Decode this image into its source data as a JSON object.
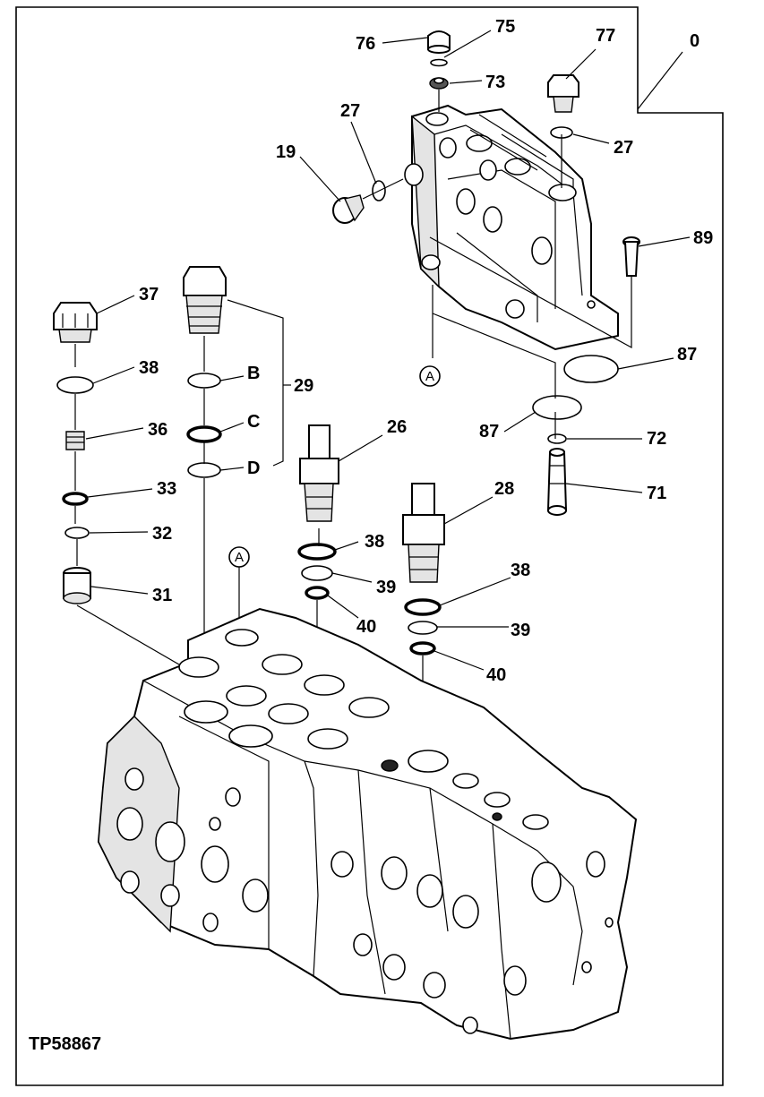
{
  "figure_id": "TP58867",
  "callouts": [
    {
      "id": "0",
      "text": "0"
    },
    {
      "id": "19",
      "text": "19"
    },
    {
      "id": "26",
      "text": "26"
    },
    {
      "id": "27a",
      "text": "27"
    },
    {
      "id": "27b",
      "text": "27"
    },
    {
      "id": "28",
      "text": "28"
    },
    {
      "id": "29",
      "text": "29"
    },
    {
      "id": "31",
      "text": "31"
    },
    {
      "id": "32",
      "text": "32"
    },
    {
      "id": "33",
      "text": "33"
    },
    {
      "id": "36",
      "text": "36"
    },
    {
      "id": "37",
      "text": "37"
    },
    {
      "id": "38a",
      "text": "38"
    },
    {
      "id": "38b",
      "text": "38"
    },
    {
      "id": "38c",
      "text": "38"
    },
    {
      "id": "39a",
      "text": "39"
    },
    {
      "id": "39b",
      "text": "39"
    },
    {
      "id": "40a",
      "text": "40"
    },
    {
      "id": "40b",
      "text": "40"
    },
    {
      "id": "71",
      "text": "71"
    },
    {
      "id": "72",
      "text": "72"
    },
    {
      "id": "73",
      "text": "73"
    },
    {
      "id": "75",
      "text": "75"
    },
    {
      "id": "76",
      "text": "76"
    },
    {
      "id": "77",
      "text": "77"
    },
    {
      "id": "87a",
      "text": "87"
    },
    {
      "id": "87b",
      "text": "87"
    },
    {
      "id": "89",
      "text": "89"
    },
    {
      "id": "B",
      "text": "B"
    },
    {
      "id": "C",
      "text": "C"
    },
    {
      "id": "D",
      "text": "D"
    }
  ],
  "reference_marks": [
    {
      "id": "A1",
      "text": "A"
    },
    {
      "id": "A2",
      "text": "A"
    }
  ]
}
